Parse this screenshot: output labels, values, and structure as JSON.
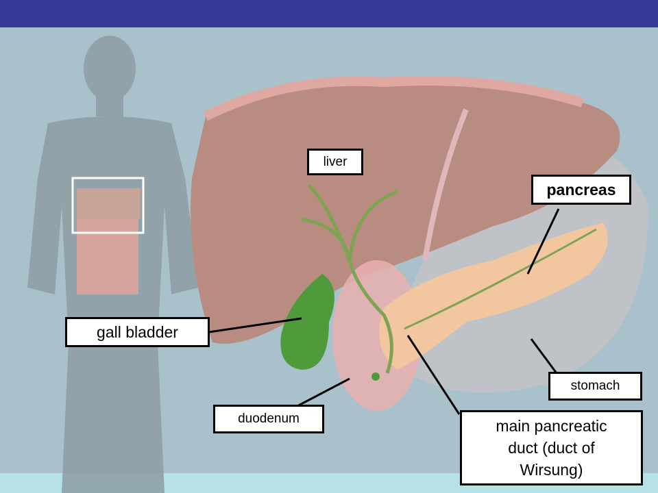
{
  "labels": {
    "liver": "liver",
    "pancreas": "pancreas",
    "gall_bladder": "gall bladder",
    "stomach": "stomach",
    "duodenum": "duodenum",
    "main_duct": "main pancreatic duct (duct of Wirsung)"
  },
  "colors": {
    "header": "#363a99",
    "background": "#a8c1ca",
    "footer": "#b6e2e6"
  }
}
